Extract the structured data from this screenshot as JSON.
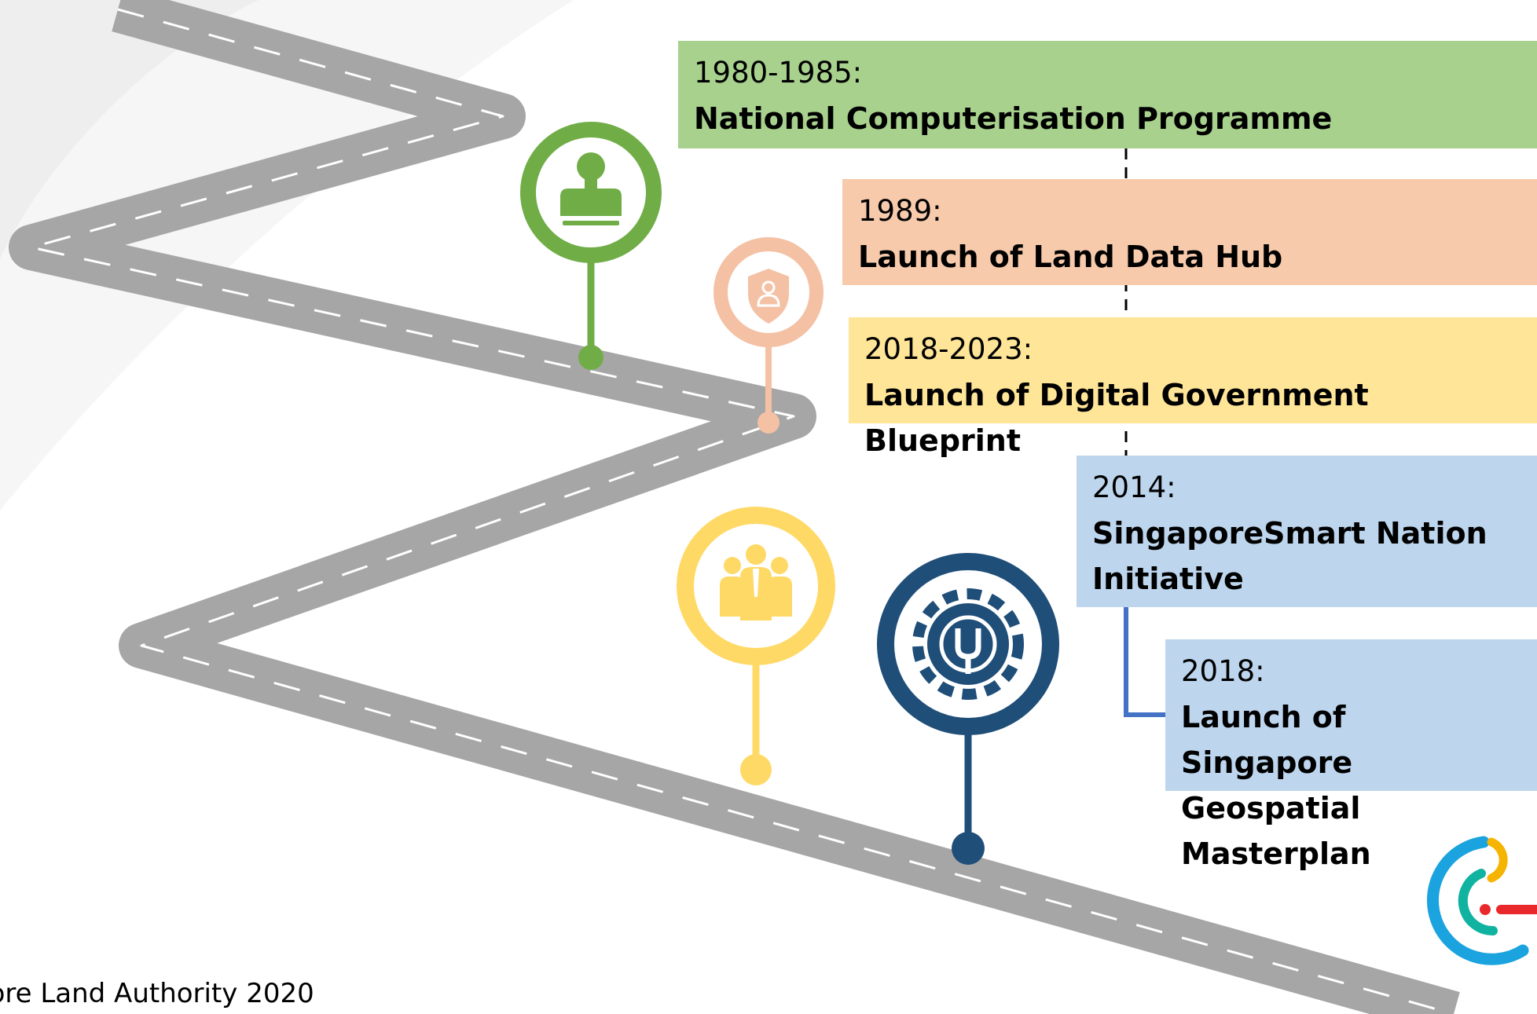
{
  "milestones": [
    {
      "year": "1980-1985:",
      "title": "National Computerisation Programme",
      "color": "#a8d18d",
      "pin_color": "#70ad47",
      "icon": "stamp-icon"
    },
    {
      "year": "1989:",
      "title": "Launch of Land Data Hub",
      "color": "#f7caac",
      "pin_color": "#f4c1a4",
      "icon": "shield-person-icon"
    },
    {
      "year": "2018-2023:",
      "title": "Launch of Digital Government Blueprint",
      "color": "#ffe597",
      "pin_color": "#ffd966",
      "icon": "team-icon"
    },
    {
      "year": "2014:",
      "title": "SingaporeSmart Nation Initiative",
      "color": "#bdd6ee",
      "pin_color": "#1f4e79",
      "icon": "gear-wrench-icon"
    },
    {
      "year": "2018:",
      "title": "Launch of Singapore Geospatial Masterplan",
      "color": "#bdd6ee"
    }
  ],
  "footer": {
    "credit": "pore Land Authority 2020"
  },
  "colors": {
    "road": "#a6a6a6",
    "road_marking": "#ffffff",
    "connector_blue": "#4472c4",
    "logo_blue": "#1aa3de",
    "logo_teal": "#10b2a0",
    "logo_yellow": "#f5b400",
    "logo_red": "#e8282b"
  }
}
